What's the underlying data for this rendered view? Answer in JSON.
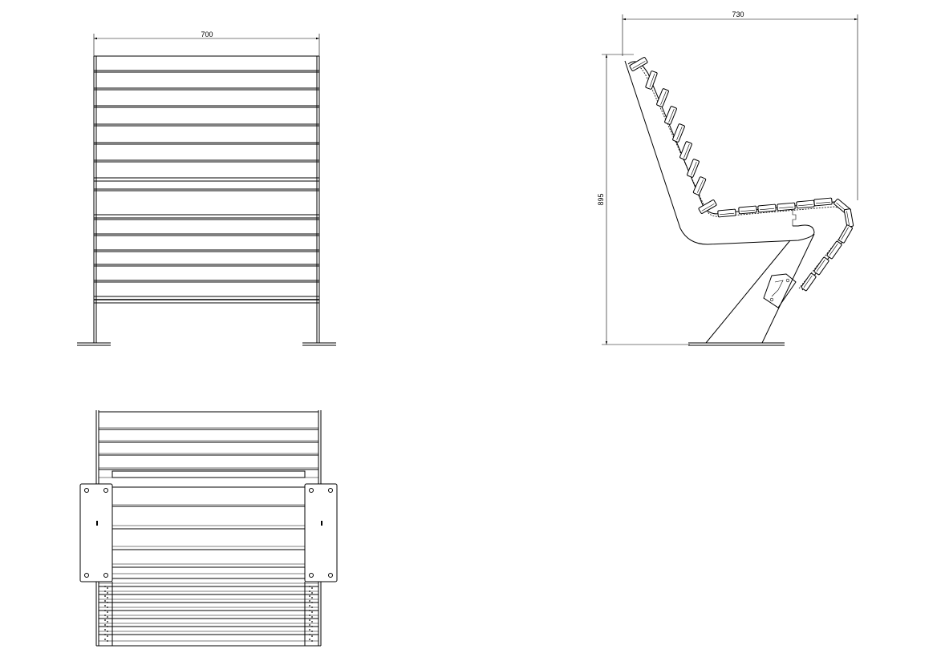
{
  "drawing": {
    "dimensions": {
      "front_width": "700",
      "side_depth": "730",
      "side_height": "895"
    }
  }
}
